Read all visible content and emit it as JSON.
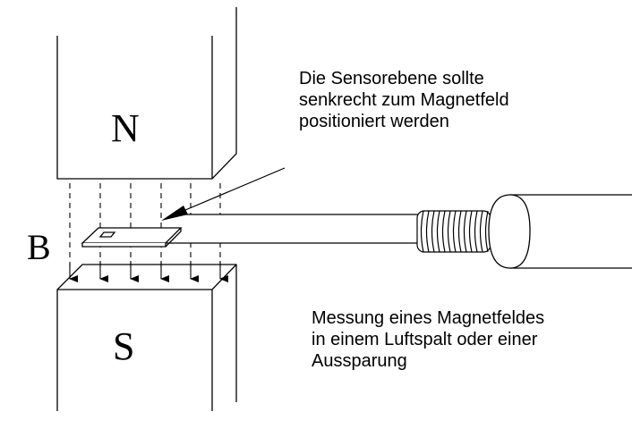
{
  "labels": {
    "north_pole": "N",
    "south_pole": "S",
    "field": "B"
  },
  "annotations": {
    "sensor_plane": "Die Sensorebene sollte\nsenkrecht zum Magnetfeld\npositioniert werden",
    "measurement": "Messung eines Magnetfeldes\nin einem Luftspalt oder einer\nAussparung"
  }
}
